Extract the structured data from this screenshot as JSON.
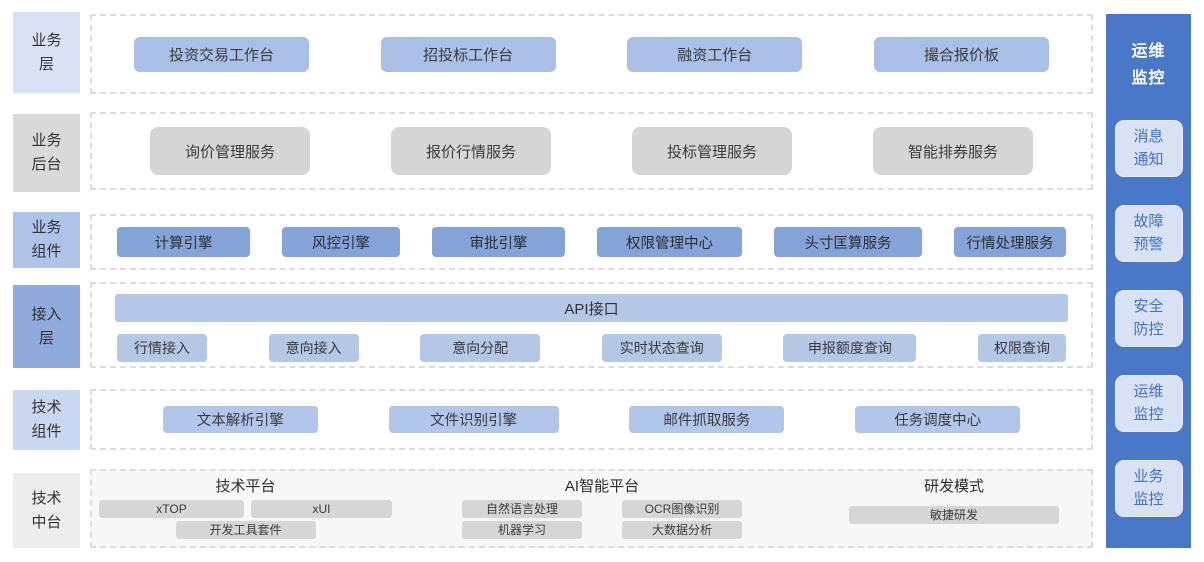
{
  "left_labels": [
    "业务层",
    "业务后台",
    "业务组件",
    "接入层",
    "技术组件",
    "技术中台"
  ],
  "rows": {
    "business_layer": {
      "items": [
        "投资交易工作台",
        "招投标工作台",
        "融资工作台",
        "撮合报价板"
      ]
    },
    "business_backend": {
      "items": [
        "询价管理服务",
        "报价行情服务",
        "投标管理服务",
        "智能排券服务"
      ]
    },
    "business_components": {
      "items": [
        "计算引擎",
        "风控引擎",
        "审批引擎",
        "权限管理中心",
        "头寸匡算服务",
        "行情处理服务"
      ]
    },
    "access_layer": {
      "api_bar": "API接口",
      "items": [
        "行情接入",
        "意向接入",
        "意向分配",
        "实时状态查询",
        "申报额度查询",
        "权限查询"
      ]
    },
    "tech_components": {
      "items": [
        "文本解析引擎",
        "文件识别引擎",
        "邮件抓取服务",
        "任务调度中心"
      ]
    },
    "tech_middle_platform": {
      "groups": [
        {
          "title": "技术平台",
          "row1": [
            "xTOP",
            "xUI"
          ],
          "row2": [
            "开发工具套件"
          ]
        },
        {
          "title": "AI智能平台",
          "row1": [
            "自然语言处理",
            "OCR图像识别"
          ],
          "row2": [
            "机器学习",
            "大数据分析"
          ]
        },
        {
          "title": "研发模式",
          "row1": [
            "敏捷研发"
          ],
          "row2": []
        }
      ]
    }
  },
  "sidebar": {
    "title": "运维监控",
    "items": [
      "消息通知",
      "故障预警",
      "安全防控",
      "运维监控",
      "业务监控"
    ]
  },
  "colors": {
    "sidebar_bg": "#4A78C9",
    "sidebar_box_bg": "#D9E2F5",
    "sidebar_box_text": "#4472C4",
    "business_layer_button": "#A9BFE5",
    "business_backend_button": "#D5D5D5",
    "business_components_button": "#84A3D9",
    "access_layer_button": "#B4C7E7",
    "tech_components_button": "#B1C6EA",
    "tech_middle_button": "#D6D6D6",
    "label_business_layer": "#D9E1F5",
    "label_business_backend": "#D9D9D9",
    "label_business_components": "#AEC3E8",
    "label_access_layer": "#8FAADC",
    "label_tech_components": "#CAD7F0",
    "label_tech_middle": "#EDEDED",
    "dashed_border": "#DCDCDC"
  }
}
